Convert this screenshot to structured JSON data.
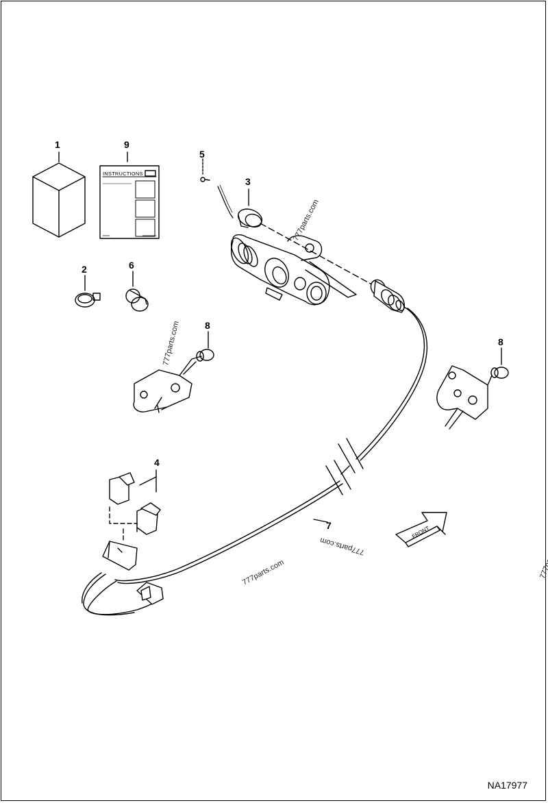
{
  "callouts": {
    "c1": "1",
    "c9": "9",
    "c5": "5",
    "c3": "3",
    "c2": "2",
    "c6": "6",
    "c8a": "8",
    "c8b": "8",
    "c4": "4",
    "c7": "7"
  },
  "instructions_card": {
    "title": "INSTRUCTIONS"
  },
  "front_arrow": {
    "label": "FRONT"
  },
  "watermark": "777parts.com",
  "drawing_number": "NA17977"
}
